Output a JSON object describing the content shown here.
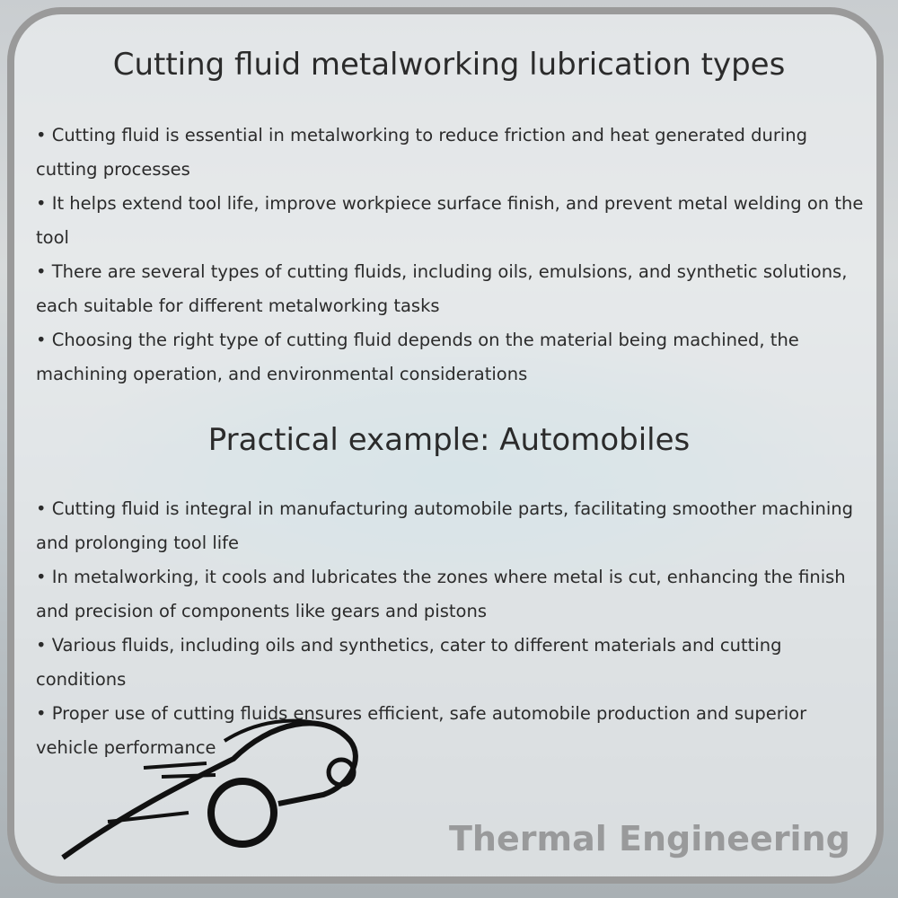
{
  "title": "Cutting fluid metalworking lubrication types",
  "bullets1": [
    "• Cutting fluid is essential in metalworking to reduce friction and heat generated during cutting processes",
    "• It helps extend tool life, improve workpiece surface finish, and prevent metal welding on the tool",
    "• There are several types of cutting fluids, including oils, emulsions, and synthetic solutions, each suitable for different metalworking tasks",
    "• Choosing the right type of cutting fluid depends on the material being machined, the machining operation, and environmental considerations"
  ],
  "subtitle": "Practical example: Automobiles",
  "bullets2": [
    "• Cutting fluid is integral in manufacturing automobile parts, facilitating smoother machining and prolonging tool life",
    "• In metalworking, it cools and lubricates the zones where metal is cut, enhancing the finish and precision of components like gears and pistons",
    "• Various fluids, including oils and synthetics, cater to different materials and cutting conditions",
    "• Proper use of cutting fluids ensures efficient, safe automobile production and superior vehicle performance"
  ],
  "watermark": "Thermal Engineering"
}
